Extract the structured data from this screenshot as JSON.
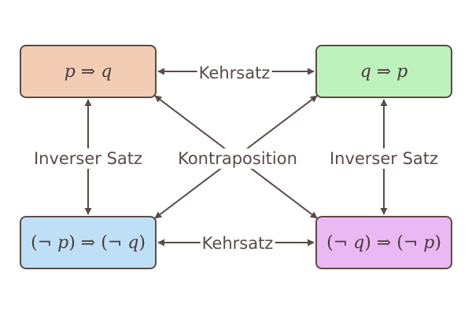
{
  "nodes": {
    "implication": {
      "a": "p",
      "b": "q",
      "neg": false
    },
    "converse": {
      "a": "q",
      "b": "p",
      "neg": false
    },
    "inverse": {
      "a": "p",
      "b": "q",
      "neg": true
    },
    "contrapositive": {
      "a": "q",
      "b": "p",
      "neg": true
    }
  },
  "symbols": {
    "implies": "⇒",
    "not": "¬",
    "open": "(",
    "close": ")"
  },
  "labels": {
    "converse_top": "Kehrsatz",
    "converse_bottom": "Kehrsatz",
    "inverse_left": "Inverser Satz",
    "inverse_right": "Inverser Satz",
    "contrapositive": "Kontraposition"
  },
  "colors": {
    "implication_fill": "#f2cdb4",
    "converse_fill": "#bdf2bc",
    "inverse_fill": "#bfdff6",
    "contrapositive_fill": "#eab8f3",
    "line": "#5a4b47"
  }
}
